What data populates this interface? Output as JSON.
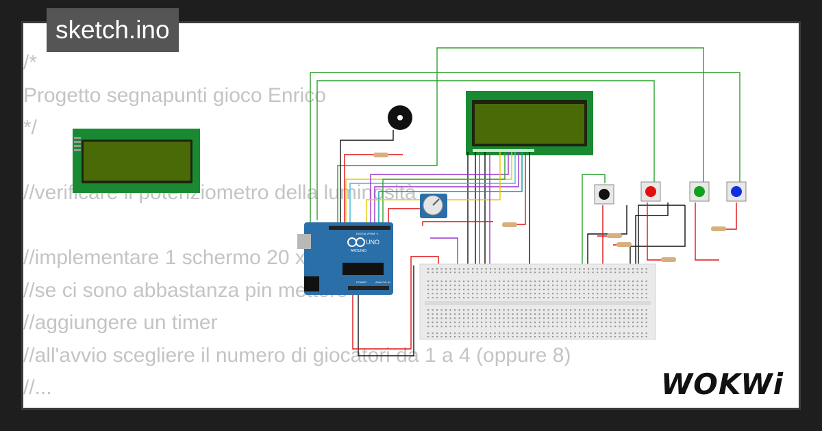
{
  "title_tag": "sketch.ino",
  "code_lines": [
    "/*",
    "Progetto segnapunti gioco Enrico",
    "*/",
    "",
    "//verificare il potenziometro della luminosità",
    "",
    "//implementare 1 schermo 20 x",
    "//se ci sono abbastanza pin mettere",
    "//aggiungere un timer",
    "//all'avvio scegliere il numero di giocatori da 1 a 4 (oppure 8)",
    "//..."
  ],
  "brand": "WOKWi",
  "arduino": {
    "label_uno": "UNO",
    "label_arduino": "ARDUINO",
    "label_digital": "DIGITAL (PWM ~)",
    "label_power": "POWER",
    "label_analog": "ANALOG IN"
  },
  "button_colors": [
    "#111111",
    "#e01010",
    "#10a020",
    "#1030e0"
  ],
  "colors": {
    "lcd_pcb": "#1a8a32",
    "lcd_screen": "#3c5c06",
    "arduino": "#2a6fa8",
    "wire_green": "#2aa02a",
    "wire_black": "#111111",
    "wire_red": "#e01010"
  }
}
